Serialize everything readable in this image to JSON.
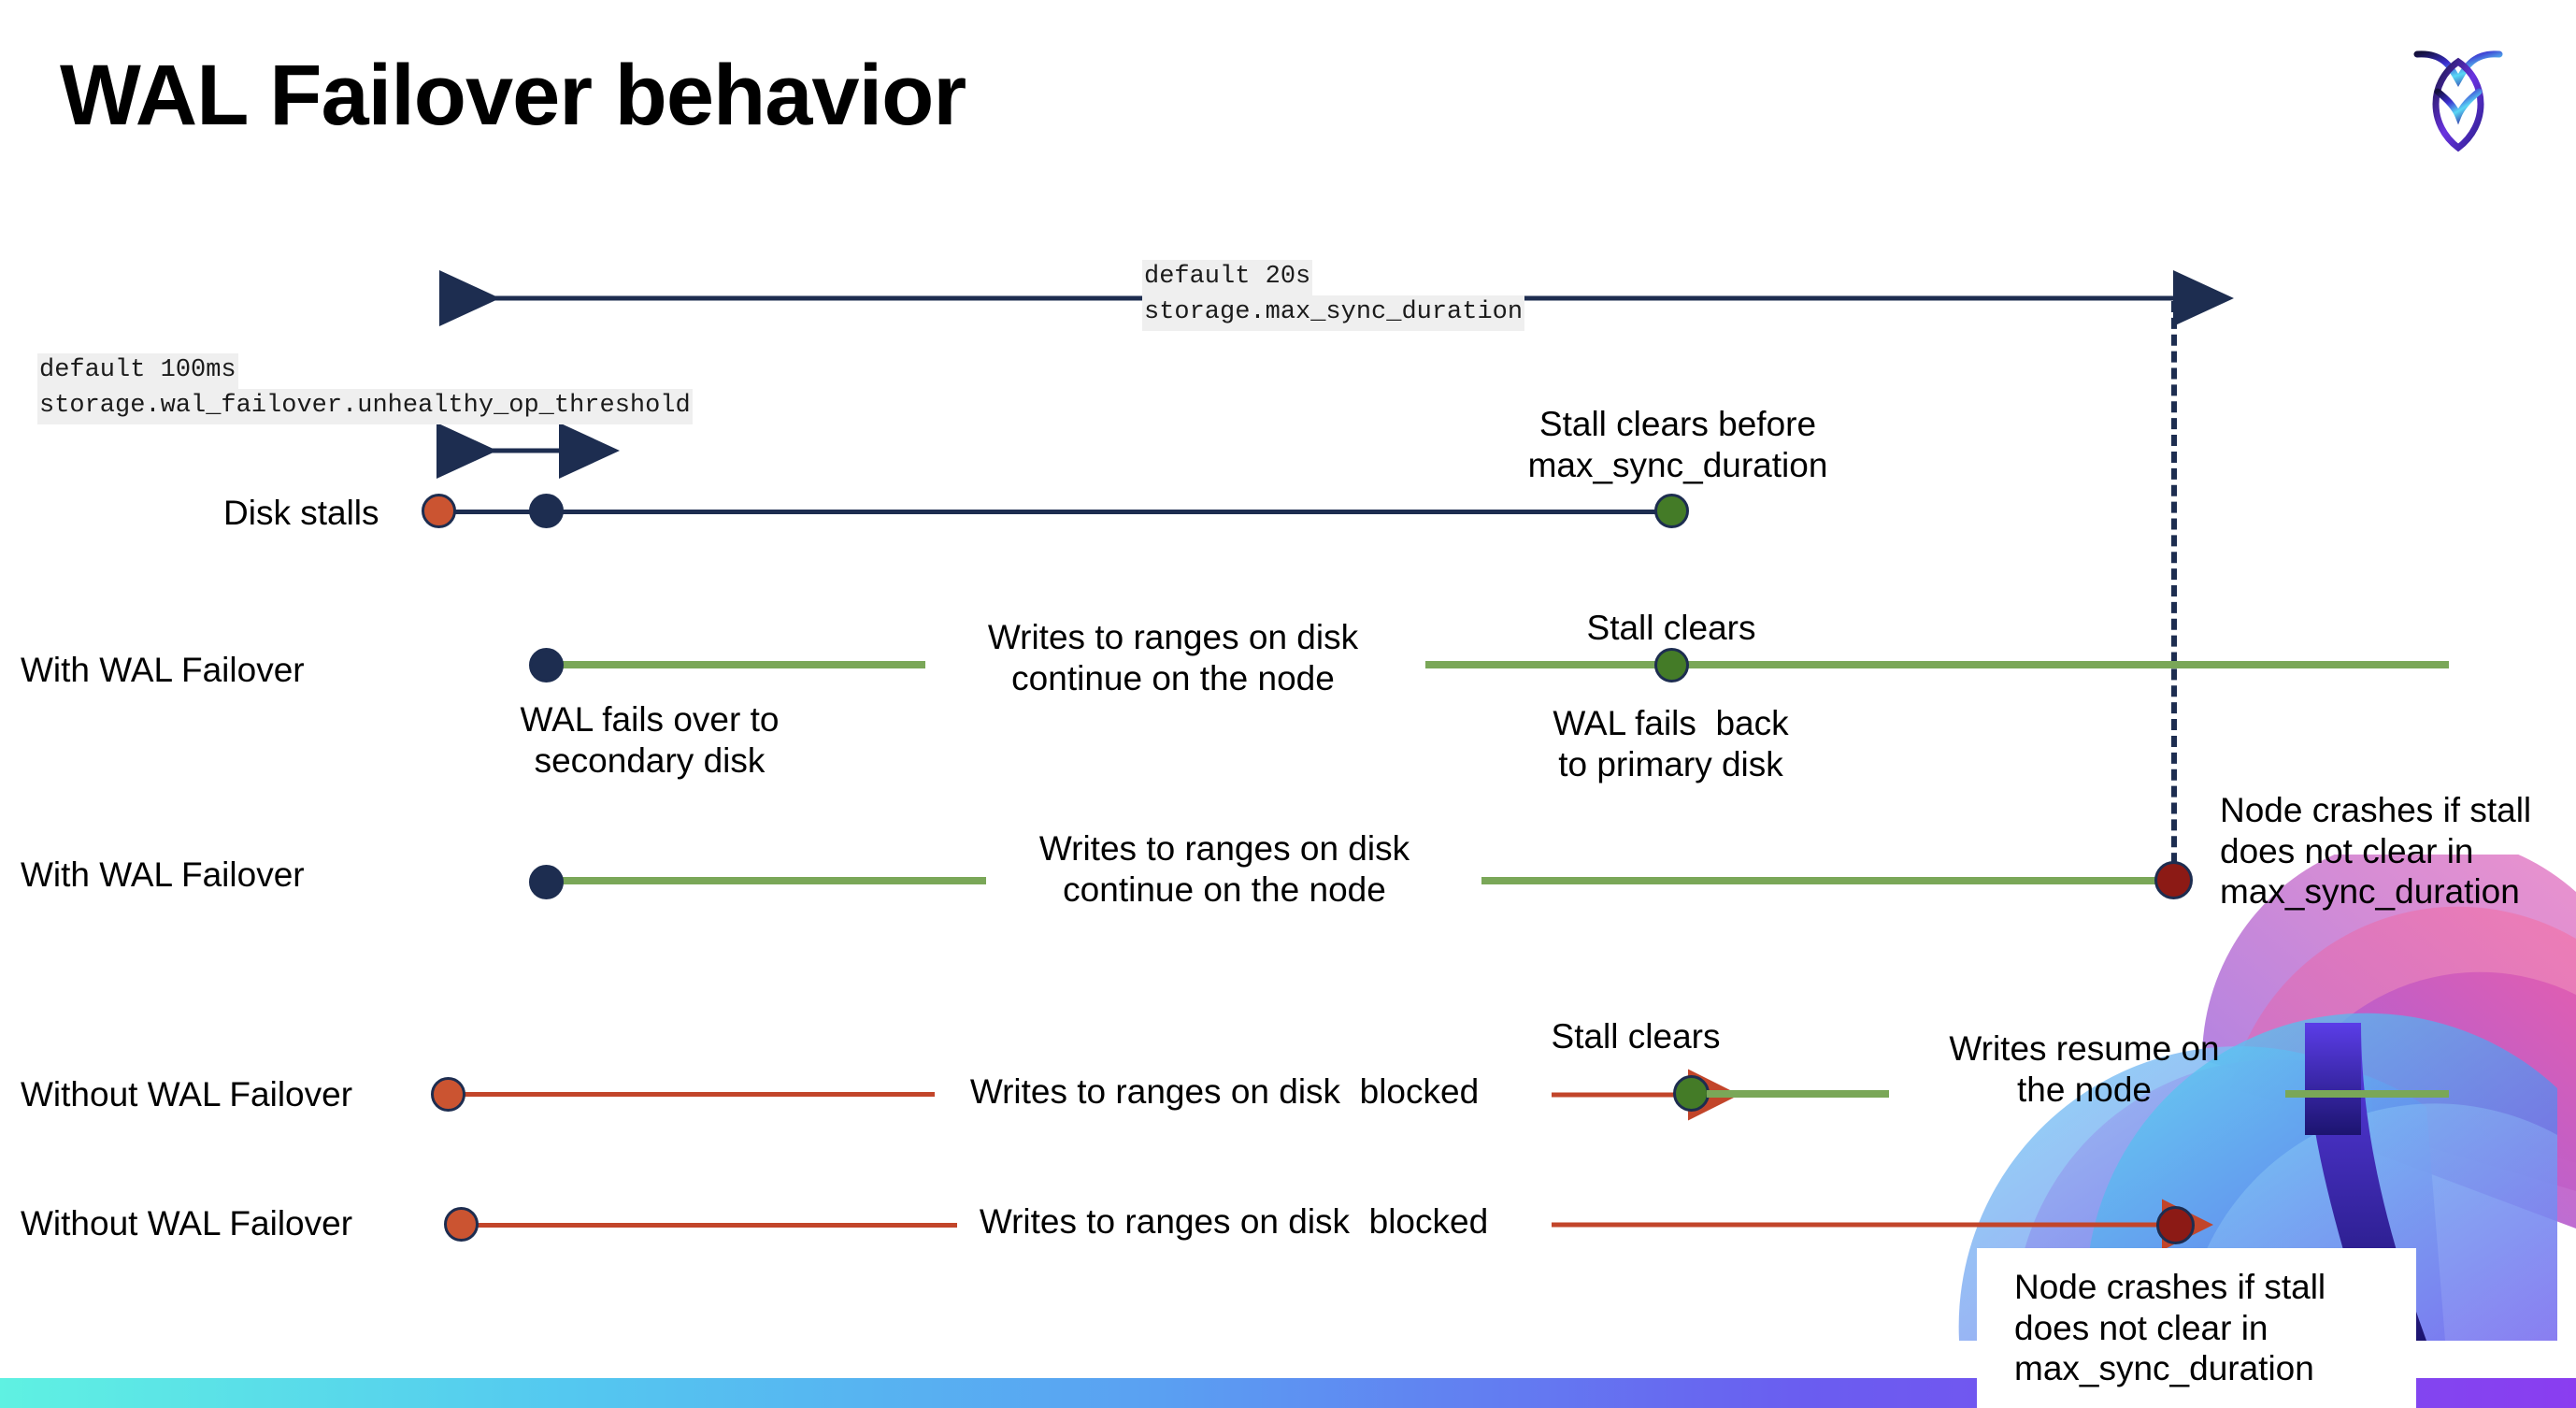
{
  "slide": {
    "title": "WAL Failover behavior",
    "logo_icon": "cockroach-labs-logo-icon"
  },
  "settings": {
    "max_sync": {
      "default_label": "default 20s",
      "setting_name": "storage.max_sync_duration"
    },
    "unhealthy_threshold": {
      "default_label": "default 100ms",
      "setting_name": "storage.wal_failover.unhealthy_op_threshold"
    }
  },
  "rows": [
    {
      "id": "disk-stalls",
      "label": "Disk stalls",
      "annotation": "Stall clears before\nmax_sync_duration"
    },
    {
      "id": "with-wal-failover-clears",
      "label": "With WAL Failover",
      "annotation_mid": "Writes to ranges on disk\ncontinue on the node",
      "annotation_below_start": "WAL fails over to\nsecondary disk",
      "annotation_above_clear": "Stall clears",
      "annotation_below_clear": "WAL fails  back\nto primary disk"
    },
    {
      "id": "with-wal-failover-crash",
      "label": "With WAL Failover",
      "annotation_mid": "Writes to ranges on disk\ncontinue on the node",
      "annotation_crash": "Node crashes if stall\ndoes not clear in\nmax_sync_duration"
    },
    {
      "id": "without-wal-failover-clears",
      "label": "Without WAL Failover",
      "annotation_mid": "Writes to ranges on disk  blocked",
      "annotation_above_clear": "Stall clears",
      "annotation_resume": "Writes resume on\nthe node"
    },
    {
      "id": "without-wal-failover-crash",
      "label": "Without WAL Failover",
      "annotation_mid": "Writes to ranges on disk  blocked",
      "annotation_crash": "Node crashes if stall\ndoes not clear in\nmax_sync_duration"
    }
  ],
  "colors": {
    "navy": "#1d2d50",
    "green_line": "#7aa758",
    "green_marker": "#447b27",
    "orange_marker": "#cb5431",
    "red_line": "#c2452a",
    "dark_red_marker": "#8c1a15",
    "code_highlight": "#efefef"
  }
}
